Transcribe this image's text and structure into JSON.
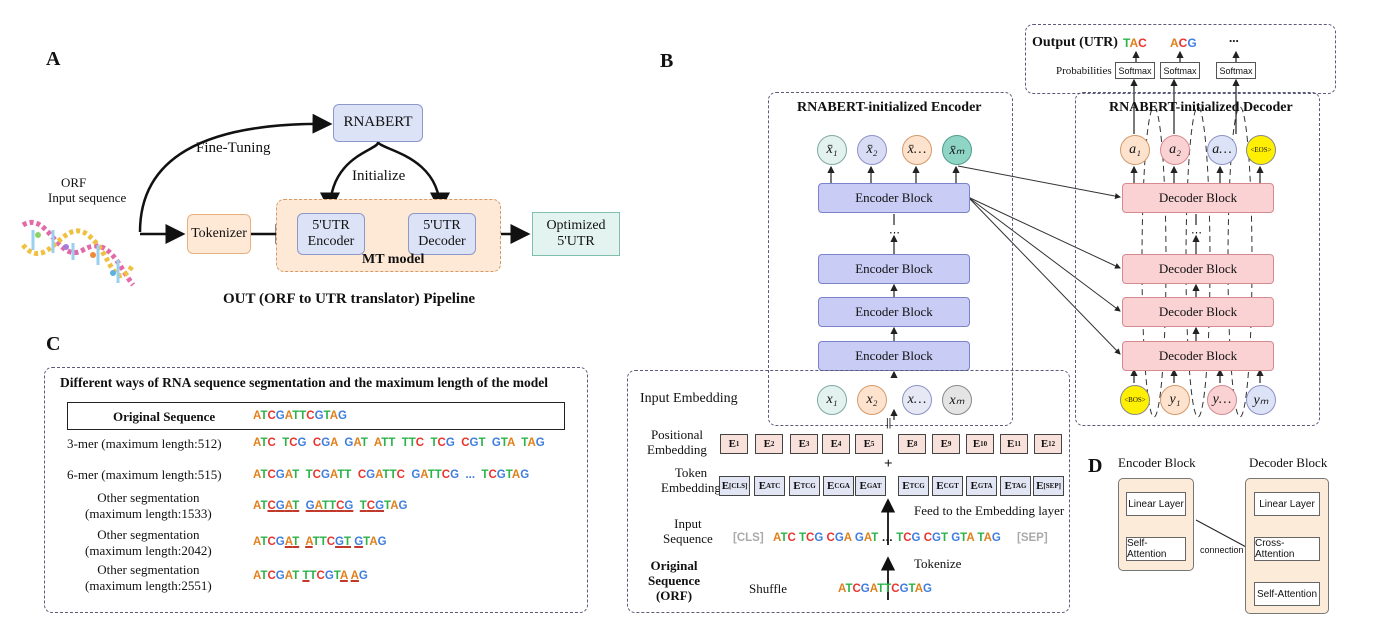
{
  "panels": {
    "a": "A",
    "b": "B",
    "c": "C",
    "d": "D"
  },
  "panel_a": {
    "orf_label": "ORF",
    "input_seq_label": "Input sequence",
    "fine_tuning": "Fine-Tuning",
    "rnabert": "RNABERT",
    "initialize": "Initialize",
    "tokenizer": "Tokenizer",
    "encoder": "5'UTR\nEncoder",
    "decoder": "5'UTR\nDecoder",
    "mt_model": "MT model",
    "optimized": "Optimized\n5'UTR",
    "caption": "OUT (ORF to UTR translator)  Pipeline"
  },
  "panel_b": {
    "output_label": "Output (UTR)",
    "probabilities": "Probabilities",
    "softmax": "Softmax",
    "ellipsis": "...",
    "encoder_title": "RNABERT-initialized Encoder",
    "decoder_title": "RNABERT-initialized Decoder",
    "encoder_block": "Encoder Block",
    "decoder_block": "Decoder Block",
    "eos": "<EOS>",
    "bos": "<BOS>",
    "input_embedding": "Input Embedding",
    "positional_embedding": "Positional\nEmbedding",
    "token_embedding": "Token\nEmbedding",
    "input_sequence": "Input\nSequence",
    "original_sequence": "Original\nSequence\n(ORF)",
    "shuffle": "Shuffle",
    "tokenize": "Tokenize",
    "feed": "Feed to the Embedding layer",
    "cls": "[CLS]",
    "sep": "[SEP]",
    "plus": "+",
    "equals": "||",
    "pos_emb": [
      "E1",
      "E2",
      "E3",
      "E4",
      "E5",
      "E8",
      "E9",
      "E10",
      "E11",
      "E12"
    ],
    "tok_emb": [
      "E[CLS]",
      "EATC",
      "ETCG",
      "ECGA",
      "EGAT",
      "ETCG",
      "ECGT",
      "EGTA",
      "ETAG",
      "E[SEP]"
    ]
  },
  "panel_c": {
    "title": "Different ways of RNA sequence segmentation and the maximum length of the model",
    "original_sequence": "Original Sequence",
    "rows": [
      {
        "label": "3-mer (maximum length:512)"
      },
      {
        "label": "6-mer (maximum length:515)"
      },
      {
        "label": "Other segmentation\n(maximum length:1533)"
      },
      {
        "label": "Other segmentation\n(maximum length:2042)"
      },
      {
        "label": "Other segmentation\n(maximum length:2551)"
      }
    ]
  },
  "panel_d": {
    "encoder_block": "Encoder Block",
    "decoder_block": "Decoder Block",
    "linear_layer": "Linear Layer",
    "self_attention": "Self-Attention",
    "cross_attention": "Cross-Attention",
    "connection": "connection"
  }
}
